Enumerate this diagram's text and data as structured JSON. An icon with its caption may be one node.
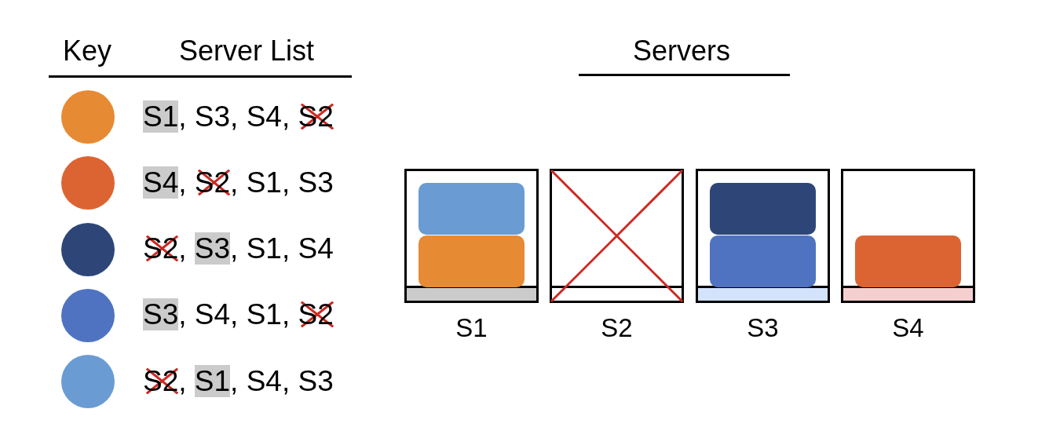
{
  "diagram": {
    "nodes": [
      {
        "text": [
          "S1"
        ]
      },
      {
        "text": [],
        "shape": "box",
        "in": 0
      },
      {
        "text": [],
        "shape": "box",
        "in": 0
      },
      {
        "text": [
          "S2"
        ]
      },
      {
        "text": [
          "S3"
        ]
      },
      {
        "text": [],
        "shape": "box",
        "in": 4
      },
      {
        "text": [],
        "shape": "box",
        "in": 4
      },
      {
        "text": [
          "S4"
        ]
      },
      {
        "text": [],
        "shape": "box",
        "in": 7
      }
    ],
    "labels": [
      "Key",
      "Server List",
      "Servers"
    ],
    "legend": [
      {
        "text": "S1, S3, S4, S2",
        "color": "#e68a33"
      },
      {
        "text": "S4, S2, S1, S3",
        "color": "#dc6432"
      },
      {
        "text": "S2, S3, S1, S4",
        "color": "#2e4677"
      },
      {
        "text": "S3, S4, S1, S2",
        "color": "#4f73c0"
      },
      {
        "text": "S2, S1, S4, S3",
        "color": "#6a9bd3"
      }
    ]
  }
}
